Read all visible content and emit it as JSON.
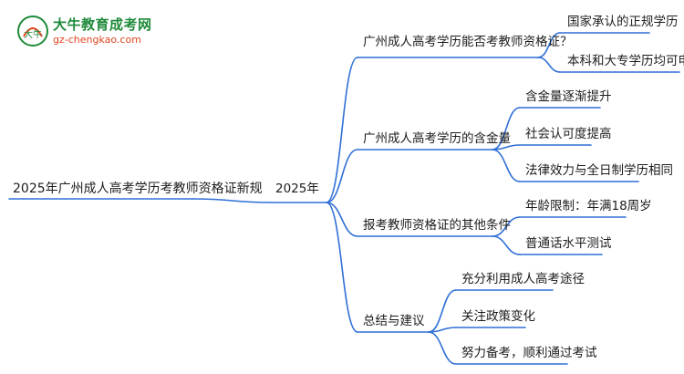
{
  "watermark": {
    "site_name": "大牛教育成考网",
    "url": "gz-chengkao.com",
    "badge_text": "大牛"
  },
  "colors": {
    "line": "#2f6fd6",
    "logo_green": "#1f8a3a",
    "logo_red": "#e2431e"
  },
  "mindmap": {
    "root": "2025年广州成人高考学历考教师资格证新规",
    "center": "2025年",
    "branches": [
      {
        "label": "广州成人高考学历能否考教师资格证？",
        "children": [
          "国家承认的正规学历",
          "本科和大专学历均可申请"
        ]
      },
      {
        "label": "广州成人高考学历的含金量",
        "children": [
          "含金量逐渐提升",
          "社会认可度提高",
          "法律效力与全日制学历相同"
        ]
      },
      {
        "label": "报考教师资格证的其他条件",
        "children": [
          "年龄限制：年满18周岁",
          "普通话水平测试"
        ]
      },
      {
        "label": "总结与建议",
        "children": [
          "充分利用成人高考途径",
          "关注政策变化",
          "努力备考，顺利通过考试"
        ]
      }
    ]
  }
}
